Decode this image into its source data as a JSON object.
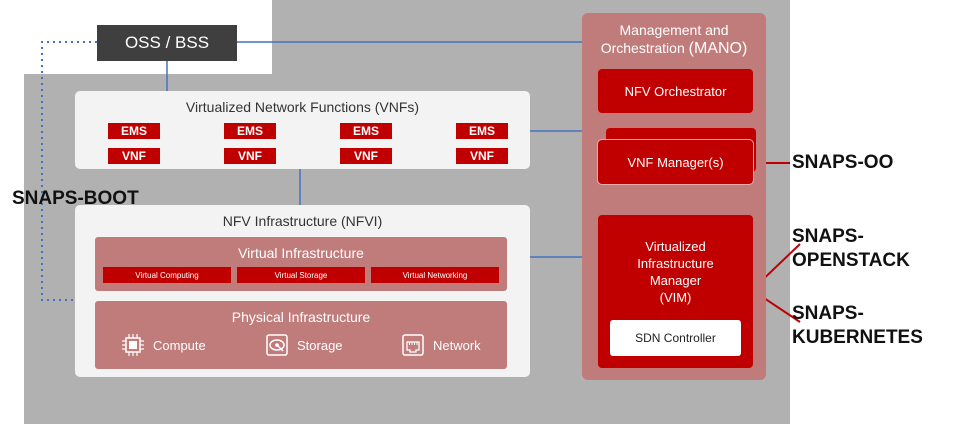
{
  "oss_bss": {
    "label": "OSS / BSS"
  },
  "vnfs": {
    "title": "Virtualized Network Functions (VNFs)",
    "columns": [
      {
        "top": "EMS",
        "bottom": "VNF"
      },
      {
        "top": "EMS",
        "bottom": "VNF"
      },
      {
        "top": "EMS",
        "bottom": "VNF"
      },
      {
        "top": "EMS",
        "bottom": "VNF"
      }
    ]
  },
  "nfvi": {
    "title": "NFV Infrastructure (NFVI)",
    "virtual": {
      "title": "Virtual Infrastructure",
      "items": [
        "Virtual Computing",
        "Virtual Storage",
        "Virtual Networking"
      ]
    },
    "physical": {
      "title": "Physical Infrastructure",
      "items": [
        {
          "icon": "chip-icon",
          "label": "Compute"
        },
        {
          "icon": "disk-icon",
          "label": "Storage"
        },
        {
          "icon": "network-port-icon",
          "label": "Network"
        }
      ]
    }
  },
  "mano": {
    "title_line1": "Management and",
    "title_line2a": "Orchestration",
    "title_line2b": "(MANO)",
    "orchestrator": "NFV Orchestrator",
    "vnf_manager": "VNF Manager(s)",
    "vim": {
      "line1": "Virtualized",
      "line2": "Infrastructure",
      "line3": "Manager",
      "line4": "(VIM)"
    },
    "sdn_controller": "SDN Controller"
  },
  "tags": {
    "boot": "SNAPS-BOOT",
    "oo": "SNAPS-OO",
    "openstack_1": "SNAPS-",
    "openstack_2": "OPENSTACK",
    "kubernetes_1": "SNAPS-",
    "kubernetes_2": "KUBERNETES"
  },
  "colors": {
    "red": "#c00000",
    "grey": "#b1b1b1",
    "connector": "#4472c4"
  }
}
